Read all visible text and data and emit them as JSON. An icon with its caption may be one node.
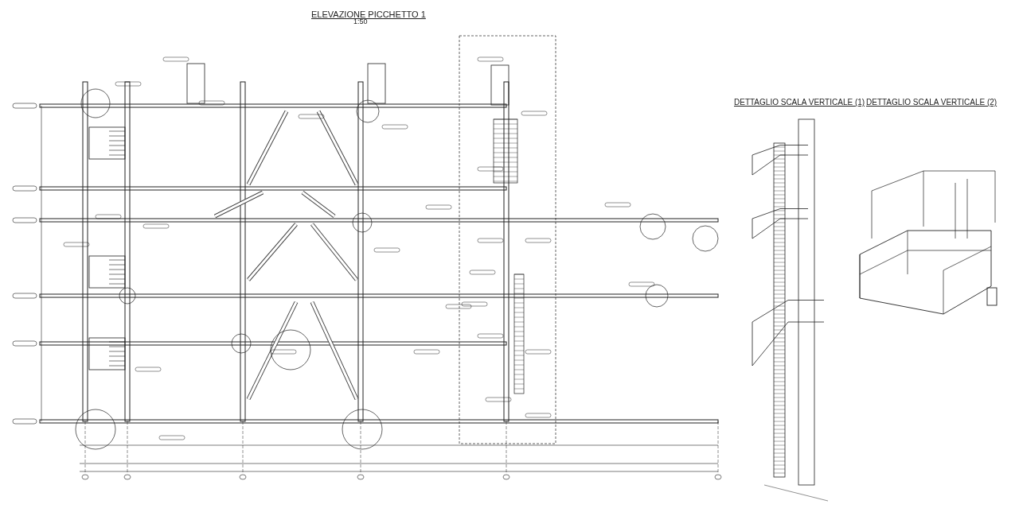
{
  "diagram": {
    "title": "ELEVAZIONE PICCHETTO 1",
    "labels": [
      "1:50",
      "DETTAGLIO SCALA VERTICALE (1)",
      "DETTAGLIO SCALA VERTICALE (2)"
    ]
  }
}
